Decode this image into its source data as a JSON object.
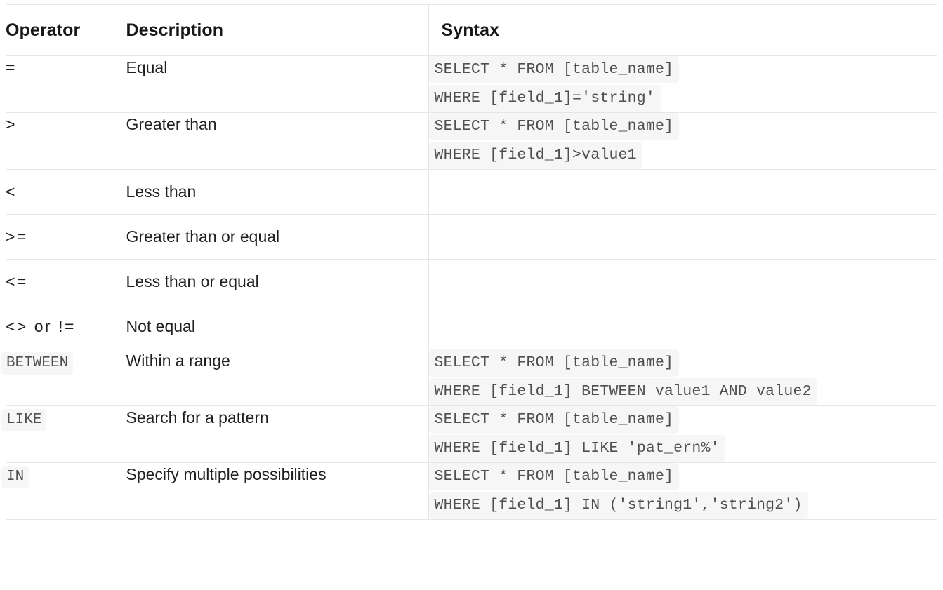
{
  "table": {
    "name": "sql-comparison-operators",
    "columns": [
      {
        "key": "operator",
        "label": "Operator"
      },
      {
        "key": "description",
        "label": "Description"
      },
      {
        "key": "syntax",
        "label": "Syntax"
      }
    ],
    "rows": [
      {
        "operator": "=",
        "operator_style": "symbol",
        "description": "Equal",
        "syntax_lines": [
          "SELECT * FROM [table_name]",
          "WHERE [field_1]='string'"
        ]
      },
      {
        "operator": ">",
        "operator_style": "symbol",
        "description": "Greater than",
        "syntax_lines": [
          "SELECT * FROM [table_name]",
          "WHERE [field_1]>value1"
        ]
      },
      {
        "operator": "<",
        "operator_style": "symbol",
        "description": "Less than",
        "syntax_lines": []
      },
      {
        "operator": ">=",
        "operator_style": "symbol",
        "description": "Greater than or equal",
        "syntax_lines": []
      },
      {
        "operator": "<=",
        "operator_style": "symbol",
        "description": "Less than or equal",
        "syntax_lines": []
      },
      {
        "operator": "<> or !=",
        "operator_style": "symbol",
        "description": "Not equal",
        "syntax_lines": []
      },
      {
        "operator": "BETWEEN",
        "operator_style": "code",
        "description": "Within a range",
        "syntax_lines": [
          "SELECT * FROM [table_name]",
          "WHERE [field_1] BETWEEN value1 AND value2"
        ]
      },
      {
        "operator": "LIKE",
        "operator_style": "code",
        "description": "Search for a pattern",
        "syntax_lines": [
          "SELECT * FROM [table_name]",
          "WHERE [field_1] LIKE 'pat_ern%'"
        ]
      },
      {
        "operator": "IN",
        "operator_style": "code",
        "description": "Specify multiple possibilities",
        "syntax_lines": [
          "SELECT * FROM [table_name]",
          "WHERE [field_1] IN ('string1','string2')"
        ]
      }
    ]
  },
  "colors": {
    "page_background": "#ffffff",
    "border": "#e6e6e6",
    "text": "#1f1f1f",
    "header_text": "#171717",
    "code_text": "#4f4f4f",
    "code_background": "#f6f6f7"
  }
}
